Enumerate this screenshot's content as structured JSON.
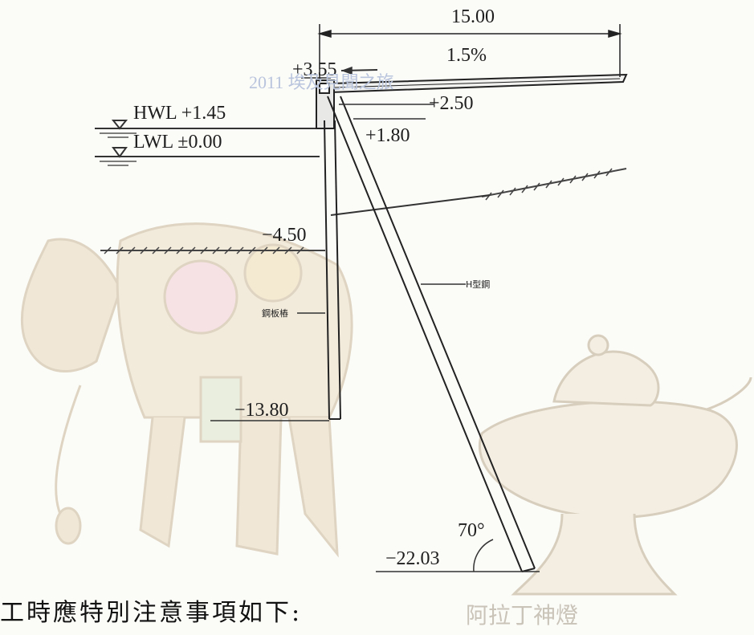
{
  "labels": {
    "width": "15.00",
    "slope": "1.5%",
    "top_elev": "+3.55",
    "deck_elev": "+2.50",
    "hwl": "HWL +1.45",
    "lwl": "LWL ±0.00",
    "elev_1_80": "+1.80",
    "seabed": "−4.50",
    "sheet_pile_tip": "−13.80",
    "pile_tip": "−22.03",
    "angle": "70°",
    "h_pile": "H型鋼",
    "sheet_pile": "鋼板樁"
  },
  "watermarks": {
    "year_text": "2011 埃及見聞之旅",
    "lamp_text": "阿拉丁神燈"
  },
  "caption": "工時應特別注意事項如下:"
}
